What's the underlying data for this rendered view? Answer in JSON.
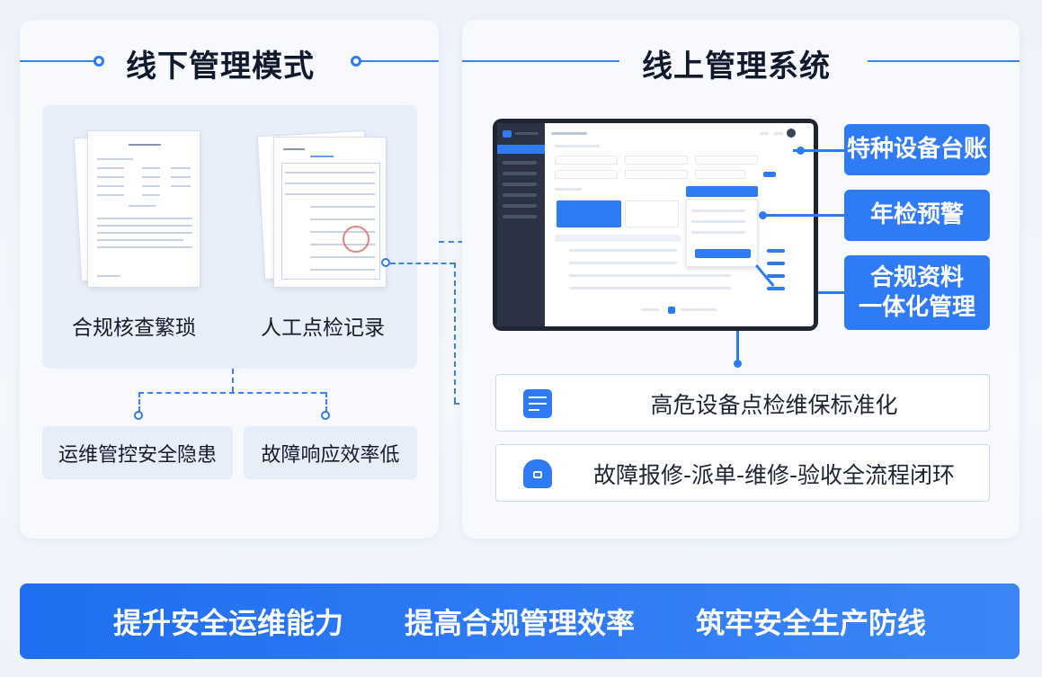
{
  "offline": {
    "title": "线下管理模式",
    "doc_labels": [
      "合规核查繁琐",
      "人工点检记录"
    ],
    "issues": [
      "运维管控安全隐患",
      "故障响应效率低"
    ]
  },
  "online": {
    "title": "线上管理系统",
    "features": [
      "特种设备台账",
      "年检预警",
      "合规资料\n一体化管理"
    ],
    "bars": [
      {
        "icon": "server-list-icon",
        "label": "高危设备点检维保标准化"
      },
      {
        "icon": "repair-cloud-icon",
        "label": "故障报修-派单-维修-验收全流程闭环"
      }
    ]
  },
  "banner": {
    "items": [
      "提升安全运维能力",
      "提高合规管理效率",
      "筑牢安全生产防线"
    ]
  },
  "colors": {
    "accent": "#2f7af5",
    "panel": "#f7f9fd",
    "text": "#1d2433"
  }
}
